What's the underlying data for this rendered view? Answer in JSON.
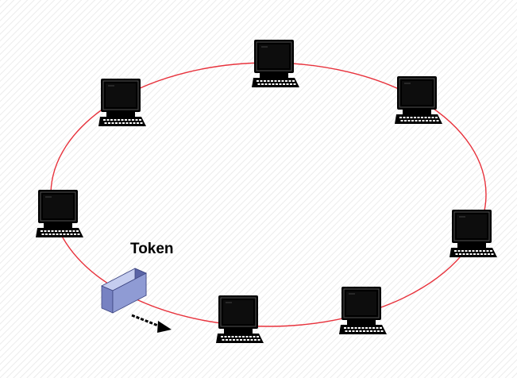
{
  "diagram": {
    "token_label": "Token",
    "nodes": [
      {
        "name": "computer-node-1"
      },
      {
        "name": "computer-node-2"
      },
      {
        "name": "computer-node-3"
      },
      {
        "name": "computer-node-4"
      },
      {
        "name": "computer-node-5"
      },
      {
        "name": "computer-node-6"
      },
      {
        "name": "computer-node-7"
      },
      {
        "name": "computer-node-8"
      }
    ],
    "colors": {
      "ring": "#e8323c",
      "background_stripe": "#ececec",
      "computer_body": "#000000",
      "computer_screen": "#0d0d0d",
      "computer_highlight": "#ffffff",
      "token_front": "#8f9bd4",
      "token_top": "#c5cdef",
      "token_side": "#5a64a6",
      "arrow": "#000000"
    }
  }
}
